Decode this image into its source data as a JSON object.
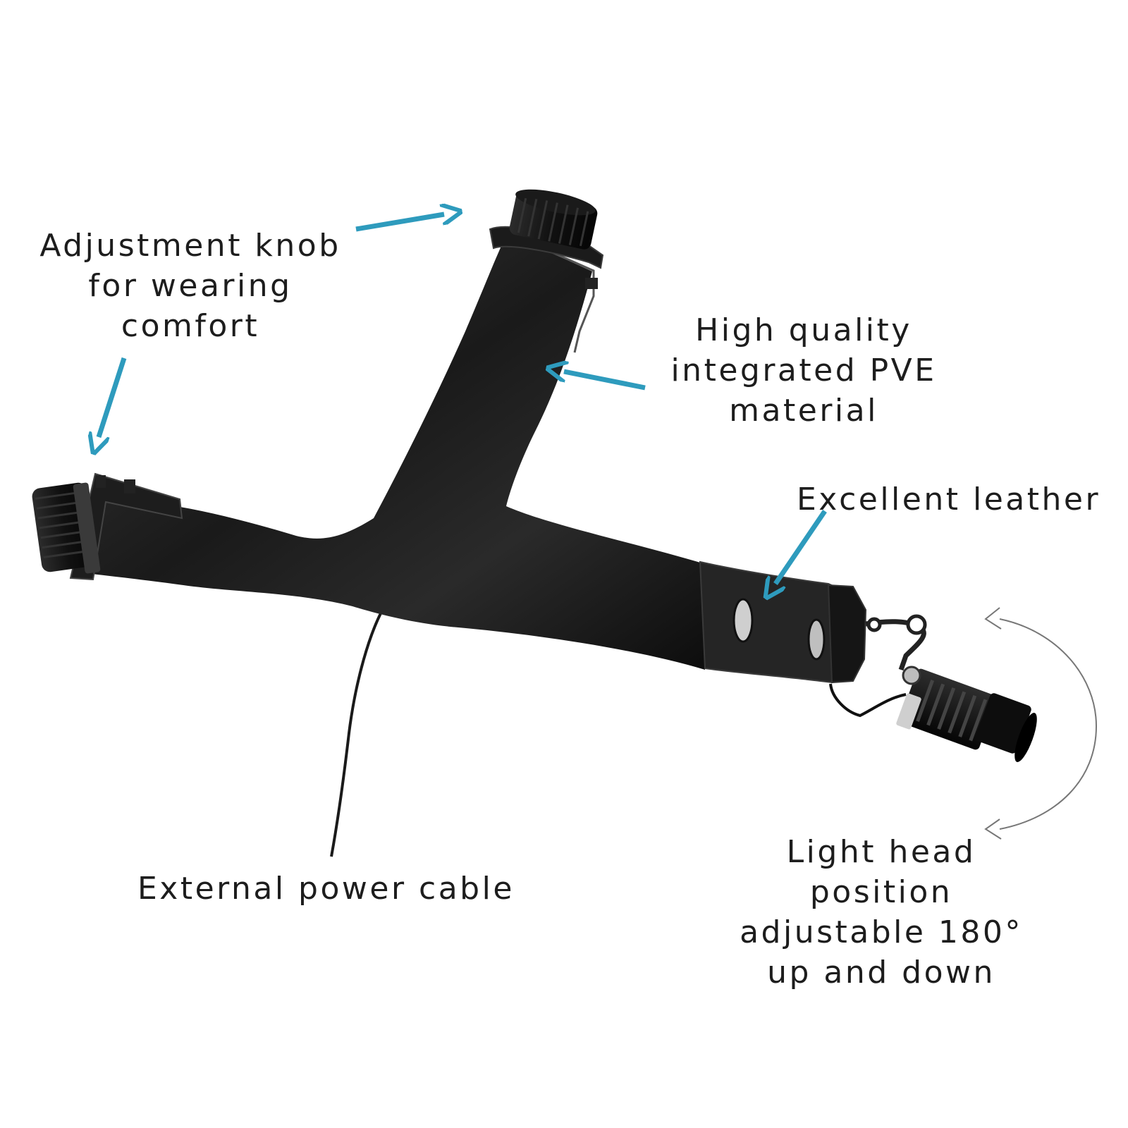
{
  "diagram": {
    "accent_color": "#2e9bbd",
    "labels": {
      "adjustment_knob": [
        "Adjustment knob",
        "for wearing",
        "comfort"
      ],
      "pve_material": [
        "High quality",
        "integrated PVE",
        "material"
      ],
      "leather": [
        "Excellent leather"
      ],
      "light_head": [
        "Light head",
        "position",
        "adjustable 180°",
        "up and down"
      ],
      "power_cable": [
        "External power cable"
      ]
    },
    "parts": [
      "y-shaped-headband",
      "side-adjustment-knob",
      "top-adjustment-knob",
      "leather-strap",
      "led-light-head",
      "power-cable",
      "rotation-arc"
    ]
  }
}
